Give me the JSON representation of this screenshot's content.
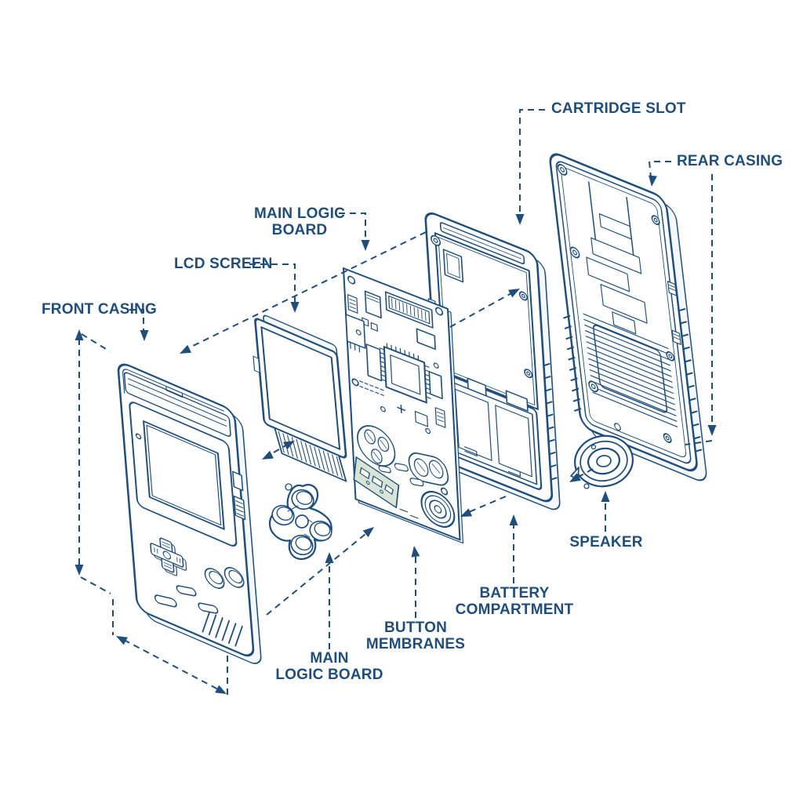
{
  "diagram_title": "exploded view of handheld game console",
  "labels": {
    "cartridge_slot": "CARTRIDGE SLOT",
    "rear_casing": "REAR CASING",
    "main_logic_board_top_line1": "MAIN LOGIC",
    "main_logic_board_top_line2": "BOARD",
    "lcd_screen": "LCD SCREEN",
    "front_casing": "FRONT CASING",
    "speaker": "SPEAKER",
    "battery_compartment_line1": "BATTERY",
    "battery_compartment_line2": "COMPARTMENT",
    "button_membranes_line1": "BUTTON",
    "button_membranes_line2": "MEMBRANES",
    "main_logic_board_bottom_line1": "MAIN",
    "main_logic_board_bottom_line2": "LOGIC BOARD"
  },
  "parts": [
    "front-casing",
    "lcd-screen",
    "button-membranes",
    "main-logic-board",
    "middle-frame-battery-compartment",
    "cartridge-slot",
    "rear-casing",
    "speaker"
  ],
  "colors": {
    "line": "#1f4e7c",
    "background": "#ffffff",
    "shade": "#e9f0f7",
    "membrane_strip": "#d9e5d4"
  }
}
